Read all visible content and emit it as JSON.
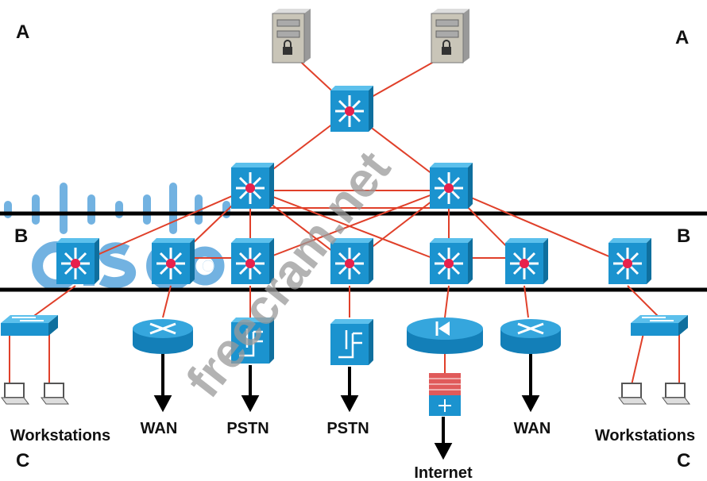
{
  "zones": {
    "a_left": "A",
    "a_right": "A",
    "b_left": "B",
    "b_right": "B",
    "c_left": "C",
    "c_right": "C"
  },
  "labels": {
    "workstations_left": "Workstations",
    "wan_left": "WAN",
    "pstn_1": "PSTN",
    "pstn_2": "PSTN",
    "internet": "Internet",
    "wan_right": "WAN",
    "workstations_right": "Workstations"
  },
  "watermark": "freecram.net",
  "logo": "cisco",
  "colors": {
    "link": "#e0402a",
    "device": "#1a8cc8",
    "divider": "#000000",
    "logo": "#5aa5dc",
    "watermark": "#9a9a9a"
  }
}
